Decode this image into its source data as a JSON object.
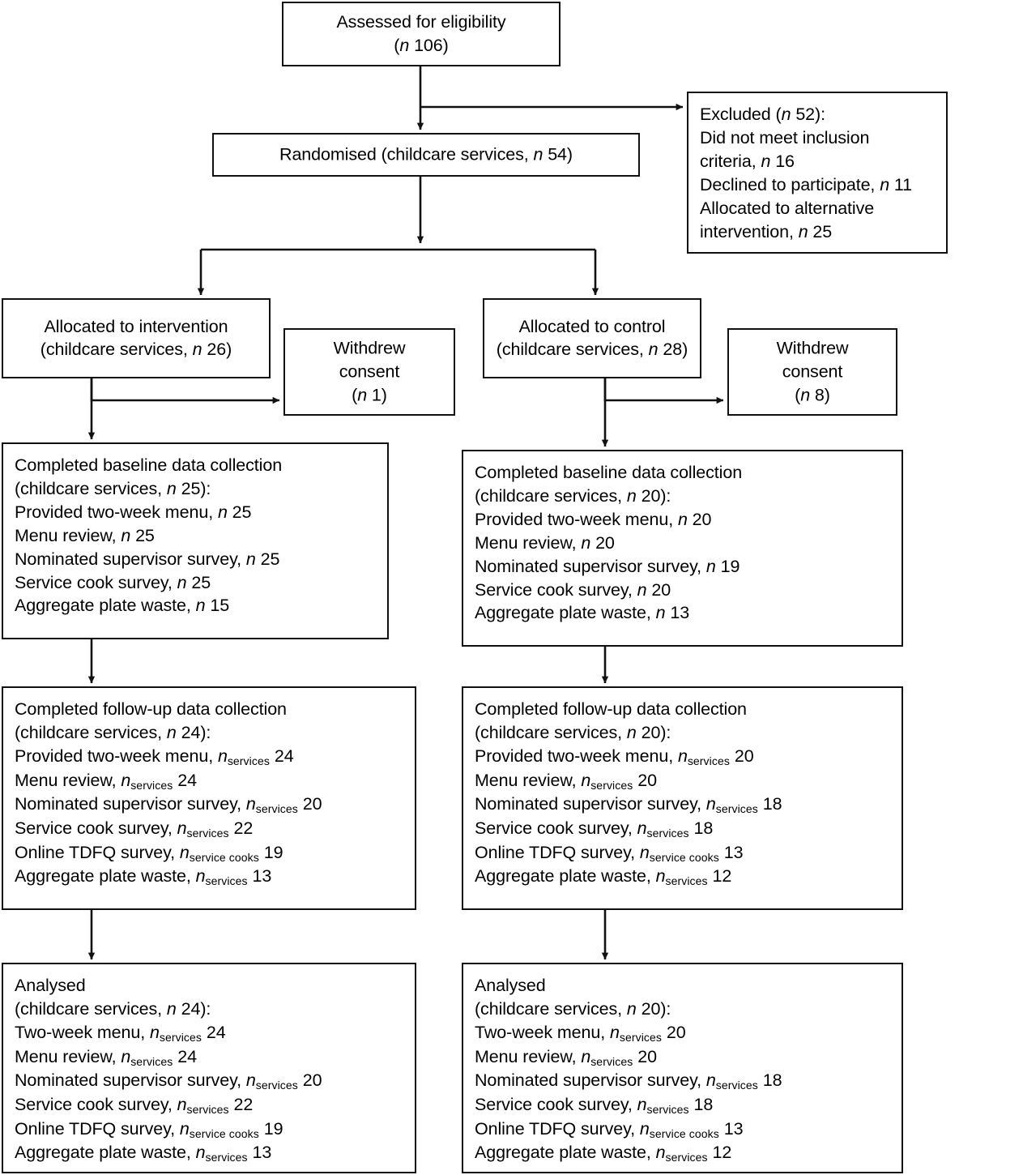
{
  "figure": {
    "type": "consort-flow-diagram",
    "line_color": "#111111",
    "background": "#ffffff"
  },
  "nodes": {
    "assessed": {
      "name": "assessed-for-eligibility",
      "lines": [
        [
          {
            "t": "Assessed for eligibility"
          }
        ],
        [
          {
            "t": "("
          },
          {
            "t": "n",
            "i": true
          },
          {
            "t": " 106)"
          }
        ]
      ]
    },
    "excluded": {
      "name": "excluded",
      "lines": [
        [
          {
            "t": "Excluded ("
          },
          {
            "t": "n",
            "i": true
          },
          {
            "t": " 52):"
          }
        ],
        [
          {
            "t": "Did not meet inclusion"
          }
        ],
        [
          {
            "t": "criteria, "
          },
          {
            "t": "n",
            "i": true
          },
          {
            "t": " 16"
          }
        ],
        [
          {
            "t": "Declined to participate, "
          },
          {
            "t": "n",
            "i": true
          },
          {
            "t": " 11"
          }
        ],
        [
          {
            "t": "Allocated to alternative"
          }
        ],
        [
          {
            "t": "intervention, "
          },
          {
            "t": "n",
            "i": true
          },
          {
            "t": " 25"
          }
        ]
      ]
    },
    "randomised": {
      "name": "randomised",
      "lines": [
        [
          {
            "t": "Randomised (childcare services, "
          },
          {
            "t": "n",
            "i": true
          },
          {
            "t": " 54)"
          }
        ]
      ]
    },
    "alloc_intervention": {
      "name": "allocated-to-intervention",
      "lines": [
        [
          {
            "t": "Allocated to intervention"
          }
        ],
        [
          {
            "t": "(childcare services, "
          },
          {
            "t": "n",
            "i": true
          },
          {
            "t": " 26)"
          }
        ]
      ]
    },
    "withdraw_intervention": {
      "name": "withdrew-consent-intervention",
      "lines": [
        [
          {
            "t": "Withdrew"
          }
        ],
        [
          {
            "t": "consent"
          }
        ],
        [
          {
            "t": "("
          },
          {
            "t": "n",
            "i": true
          },
          {
            "t": " 1)"
          }
        ]
      ]
    },
    "alloc_control": {
      "name": "allocated-to-control",
      "lines": [
        [
          {
            "t": "Allocated to control"
          }
        ],
        [
          {
            "t": "(childcare services, "
          },
          {
            "t": "n",
            "i": true
          },
          {
            "t": " 28)"
          }
        ]
      ]
    },
    "withdraw_control": {
      "name": "withdrew-consent-control",
      "lines": [
        [
          {
            "t": "Withdrew"
          }
        ],
        [
          {
            "t": "consent"
          }
        ],
        [
          {
            "t": "("
          },
          {
            "t": "n",
            "i": true
          },
          {
            "t": " 8)"
          }
        ]
      ]
    },
    "baseline_intervention": {
      "name": "baseline-data-collection-intervention",
      "lines": [
        [
          {
            "t": "Completed baseline data collection"
          }
        ],
        [
          {
            "t": "(childcare services, "
          },
          {
            "t": "n",
            "i": true
          },
          {
            "t": " 25):"
          }
        ],
        [
          {
            "t": "Provided two-week menu, "
          },
          {
            "t": "n",
            "i": true
          },
          {
            "t": " 25"
          }
        ],
        [
          {
            "t": "Menu review, "
          },
          {
            "t": "n",
            "i": true
          },
          {
            "t": " 25"
          }
        ],
        [
          {
            "t": "Nominated supervisor survey, "
          },
          {
            "t": "n",
            "i": true
          },
          {
            "t": " 25"
          }
        ],
        [
          {
            "t": "Service cook survey, "
          },
          {
            "t": "n",
            "i": true
          },
          {
            "t": " 25"
          }
        ],
        [
          {
            "t": "Aggregate plate waste, "
          },
          {
            "t": "n",
            "i": true
          },
          {
            "t": " 15"
          }
        ]
      ]
    },
    "baseline_control": {
      "name": "baseline-data-collection-control",
      "lines": [
        [
          {
            "t": "Completed baseline data collection"
          }
        ],
        [
          {
            "t": "(childcare services, "
          },
          {
            "t": "n",
            "i": true
          },
          {
            "t": " 20):"
          }
        ],
        [
          {
            "t": "Provided two-week menu, "
          },
          {
            "t": "n",
            "i": true
          },
          {
            "t": " 20"
          }
        ],
        [
          {
            "t": "Menu review, "
          },
          {
            "t": "n",
            "i": true
          },
          {
            "t": " 20"
          }
        ],
        [
          {
            "t": "Nominated supervisor survey, "
          },
          {
            "t": "n",
            "i": true
          },
          {
            "t": " 19"
          }
        ],
        [
          {
            "t": "Service cook survey, "
          },
          {
            "t": "n",
            "i": true
          },
          {
            "t": " 20"
          }
        ],
        [
          {
            "t": "Aggregate plate waste, "
          },
          {
            "t": "n",
            "i": true
          },
          {
            "t": " 13"
          }
        ]
      ]
    },
    "followup_intervention": {
      "name": "followup-data-collection-intervention",
      "lines": [
        [
          {
            "t": "Completed follow-up data collection"
          }
        ],
        [
          {
            "t": "(childcare services, "
          },
          {
            "t": "n",
            "i": true
          },
          {
            "t": " 24):"
          }
        ],
        [
          {
            "t": "Provided two-week menu, "
          },
          {
            "t": "n",
            "i": true
          },
          {
            "t": "services",
            "s": true
          },
          {
            "t": " 24"
          }
        ],
        [
          {
            "t": "Menu review, "
          },
          {
            "t": "n",
            "i": true
          },
          {
            "t": "services",
            "s": true
          },
          {
            "t": " 24"
          }
        ],
        [
          {
            "t": "Nominated supervisor survey, "
          },
          {
            "t": "n",
            "i": true
          },
          {
            "t": "services",
            "s": true
          },
          {
            "t": " 20"
          }
        ],
        [
          {
            "t": "Service cook survey, "
          },
          {
            "t": "n",
            "i": true
          },
          {
            "t": "services",
            "s": true
          },
          {
            "t": " 22"
          }
        ],
        [
          {
            "t": "Online TDFQ survey, "
          },
          {
            "t": "n",
            "i": true
          },
          {
            "t": "service cooks",
            "s": true
          },
          {
            "t": " 19"
          }
        ],
        [
          {
            "t": "Aggregate plate waste, "
          },
          {
            "t": "n",
            "i": true
          },
          {
            "t": "services",
            "s": true
          },
          {
            "t": " 13"
          }
        ]
      ]
    },
    "followup_control": {
      "name": "followup-data-collection-control",
      "lines": [
        [
          {
            "t": "Completed follow-up data collection"
          }
        ],
        [
          {
            "t": "(childcare services, "
          },
          {
            "t": "n",
            "i": true
          },
          {
            "t": " 20):"
          }
        ],
        [
          {
            "t": "Provided two-week menu, "
          },
          {
            "t": "n",
            "i": true
          },
          {
            "t": "services",
            "s": true
          },
          {
            "t": " 20"
          }
        ],
        [
          {
            "t": "Menu review, "
          },
          {
            "t": "n",
            "i": true
          },
          {
            "t": "services",
            "s": true
          },
          {
            "t": " 20"
          }
        ],
        [
          {
            "t": "Nominated supervisor survey, "
          },
          {
            "t": "n",
            "i": true
          },
          {
            "t": "services",
            "s": true
          },
          {
            "t": " 18"
          }
        ],
        [
          {
            "t": "Service cook survey, "
          },
          {
            "t": "n",
            "i": true
          },
          {
            "t": "services",
            "s": true
          },
          {
            "t": " 18"
          }
        ],
        [
          {
            "t": "Online TDFQ survey, "
          },
          {
            "t": "n",
            "i": true
          },
          {
            "t": "service cooks",
            "s": true
          },
          {
            "t": " 13"
          }
        ],
        [
          {
            "t": "Aggregate plate waste, "
          },
          {
            "t": "n",
            "i": true
          },
          {
            "t": "services",
            "s": true
          },
          {
            "t": " 12"
          }
        ]
      ]
    },
    "analysed_intervention": {
      "name": "analysed-intervention",
      "lines": [
        [
          {
            "t": "Analysed"
          }
        ],
        [
          {
            "t": "(childcare services, "
          },
          {
            "t": "n",
            "i": true
          },
          {
            "t": " 24):"
          }
        ],
        [
          {
            "t": "Two-week menu, "
          },
          {
            "t": "n",
            "i": true
          },
          {
            "t": "services",
            "s": true
          },
          {
            "t": " 24"
          }
        ],
        [
          {
            "t": "Menu review, "
          },
          {
            "t": "n",
            "i": true
          },
          {
            "t": "services",
            "s": true
          },
          {
            "t": " 24"
          }
        ],
        [
          {
            "t": "Nominated supervisor survey, "
          },
          {
            "t": "n",
            "i": true
          },
          {
            "t": "services",
            "s": true
          },
          {
            "t": " 20"
          }
        ],
        [
          {
            "t": "Service cook survey, "
          },
          {
            "t": "n",
            "i": true
          },
          {
            "t": "services",
            "s": true
          },
          {
            "t": " 22"
          }
        ],
        [
          {
            "t": "Online TDFQ survey, "
          },
          {
            "t": "n",
            "i": true
          },
          {
            "t": "service cooks",
            "s": true
          },
          {
            "t": " 19"
          }
        ],
        [
          {
            "t": "Aggregate plate waste, "
          },
          {
            "t": "n",
            "i": true
          },
          {
            "t": "services",
            "s": true
          },
          {
            "t": " 13"
          }
        ]
      ]
    },
    "analysed_control": {
      "name": "analysed-control",
      "lines": [
        [
          {
            "t": "Analysed"
          }
        ],
        [
          {
            "t": "(childcare services, "
          },
          {
            "t": "n",
            "i": true
          },
          {
            "t": " 20):"
          }
        ],
        [
          {
            "t": "Two-week menu, "
          },
          {
            "t": "n",
            "i": true
          },
          {
            "t": "services",
            "s": true
          },
          {
            "t": " 20"
          }
        ],
        [
          {
            "t": "Menu review, "
          },
          {
            "t": "n",
            "i": true
          },
          {
            "t": "services",
            "s": true
          },
          {
            "t": " 20"
          }
        ],
        [
          {
            "t": "Nominated supervisor survey, "
          },
          {
            "t": "n",
            "i": true
          },
          {
            "t": "services",
            "s": true
          },
          {
            "t": " 18"
          }
        ],
        [
          {
            "t": "Service cook survey, "
          },
          {
            "t": "n",
            "i": true
          },
          {
            "t": "services",
            "s": true
          },
          {
            "t": " 18"
          }
        ],
        [
          {
            "t": "Online TDFQ survey, "
          },
          {
            "t": "n",
            "i": true
          },
          {
            "t": "service cooks",
            "s": true
          },
          {
            "t": " 13"
          }
        ],
        [
          {
            "t": "Aggregate plate waste, "
          },
          {
            "t": "n",
            "i": true
          },
          {
            "t": "services",
            "s": true
          },
          {
            "t": " 12"
          }
        ]
      ]
    }
  },
  "flow": {
    "edges": [
      {
        "from": "assessed",
        "to": "randomised",
        "kind": "vertical-arrow"
      },
      {
        "from": "assessed",
        "to": "excluded",
        "kind": "elbow-right-arrow"
      },
      {
        "from": "randomised",
        "to": "alloc_intervention",
        "kind": "split-left-arrow"
      },
      {
        "from": "randomised",
        "to": "alloc_control",
        "kind": "split-right-arrow"
      },
      {
        "from": "alloc_intervention",
        "to": "withdraw_intervention",
        "kind": "elbow-right-arrow"
      },
      {
        "from": "alloc_intervention",
        "to": "baseline_intervention",
        "kind": "vertical-arrow"
      },
      {
        "from": "alloc_control",
        "to": "withdraw_control",
        "kind": "elbow-right-arrow"
      },
      {
        "from": "alloc_control",
        "to": "baseline_control",
        "kind": "vertical-arrow"
      },
      {
        "from": "baseline_intervention",
        "to": "followup_intervention",
        "kind": "vertical-arrow"
      },
      {
        "from": "baseline_control",
        "to": "followup_control",
        "kind": "vertical-arrow"
      },
      {
        "from": "followup_intervention",
        "to": "analysed_intervention",
        "kind": "vertical-arrow"
      },
      {
        "from": "followup_control",
        "to": "analysed_control",
        "kind": "vertical-arrow"
      }
    ]
  }
}
